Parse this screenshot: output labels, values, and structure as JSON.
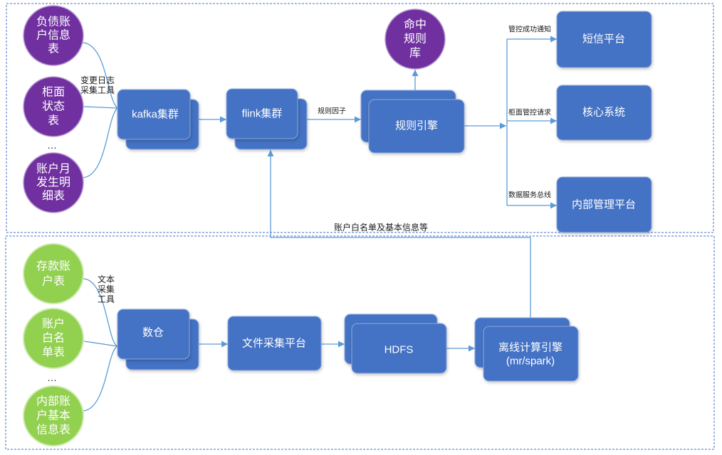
{
  "colors": {
    "box": "#4472C4",
    "box_edge": "#8FAADC",
    "purple": "#7030A0",
    "purple_edge": "#B79AD0",
    "green": "#92D050",
    "green_edge": "#CDEBAE",
    "line": "#5B9BD5",
    "frame": "#4472C4",
    "node_text": "#FFFFFF",
    "label_text": "#1A1A1A"
  },
  "realtime": {
    "sources": [
      {
        "lines": [
          "负债账",
          "户信息",
          "表"
        ]
      },
      {
        "lines": [
          "柜面",
          "状态",
          "表"
        ]
      },
      {
        "lines": [
          "账户月",
          "发生明",
          "细表"
        ]
      }
    ],
    "ellipsis": "…",
    "collector_label": [
      "变更日志",
      "采集工具"
    ],
    "kafka": "kafka集群",
    "flink": "flink集群",
    "factor_label": "规则因子",
    "rule_engine": "规则引擎",
    "rule_library": [
      "命中",
      "规则",
      "库"
    ],
    "outputs": [
      {
        "edge_label": "管控成功通知",
        "target": "短信平台"
      },
      {
        "edge_label": "柜面管控请求",
        "target": "核心系统"
      },
      {
        "edge_label": "数据服务总线",
        "target": "内部管理平台"
      }
    ]
  },
  "feedback_label": "账户白名单及基本信息等",
  "batch": {
    "sources": [
      {
        "lines": [
          "存款账",
          "户表"
        ]
      },
      {
        "lines": [
          "账户",
          "白名",
          "单表"
        ]
      },
      {
        "lines": [
          "内部账",
          "户基本",
          "信息表"
        ]
      }
    ],
    "ellipsis": "…",
    "collector_label": [
      "文本",
      "采集",
      "工具"
    ],
    "warehouse": "数仓",
    "file_platform": "文件采集平台",
    "hdfs": "HDFS",
    "offline_engine": [
      "离线计算引擎",
      "(mr/spark)"
    ]
  }
}
